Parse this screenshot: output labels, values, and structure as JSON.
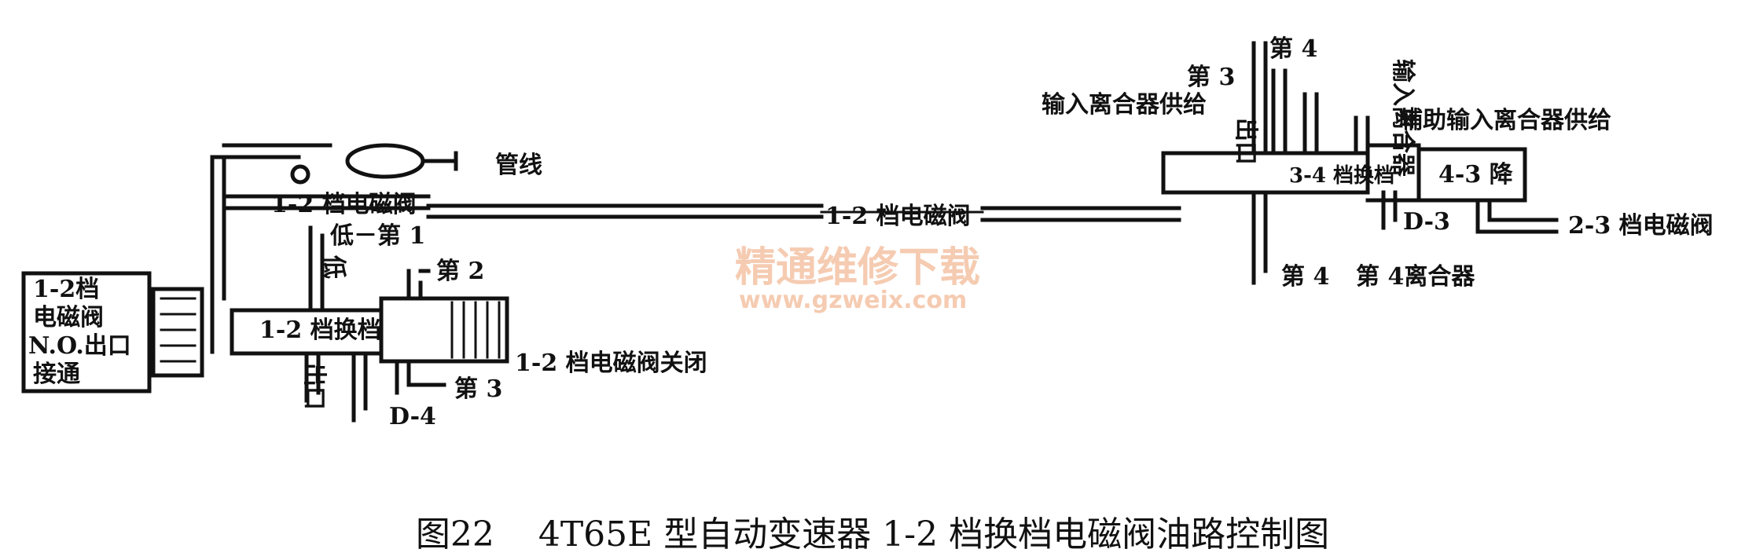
{
  "labels": {
    "solenoid_box_line1": "1-2档",
    "solenoid_box_line2": "电磁阀",
    "solenoid_box_line3": "N.O.出口",
    "solenoid_box_line4": "接通",
    "pipeline": "管线",
    "sol_12_left": "1-2 档电磁阀",
    "low_first": "低－第 1",
    "low": "低",
    "second": "第 2",
    "shift_12": "1-2 档换档",
    "sol_12_closed": "1-2 档电磁阀关闭",
    "outlet_left": "出口",
    "third_left": "第 3",
    "d4": "D-4",
    "sol_12_middle": "1-2 档电磁阀",
    "third_right": "第 3",
    "fourth_top": "第 4",
    "input_clutch_feed": "输入离合器供给",
    "outlet_right": "出口",
    "input_clutch_vertical": "输入离合器",
    "aux_input_clutch_feed": "辅助输入离合器供给",
    "shift_34": "3-4 档换档",
    "down_43": "4-3 降",
    "d3": "D-3",
    "sol_23": "2-3 档电磁阀",
    "fourth_bottom": "第 4",
    "fourth_clutch": "第 4离合器"
  },
  "watermark": {
    "title": "精通维修下载",
    "url": "www.gzweix.com",
    "color": "#f4c2a4"
  },
  "caption": {
    "figure_no": "图22",
    "text": "4T65E 型自动变速器 1-2 档换档电磁阀油路控制图"
  }
}
